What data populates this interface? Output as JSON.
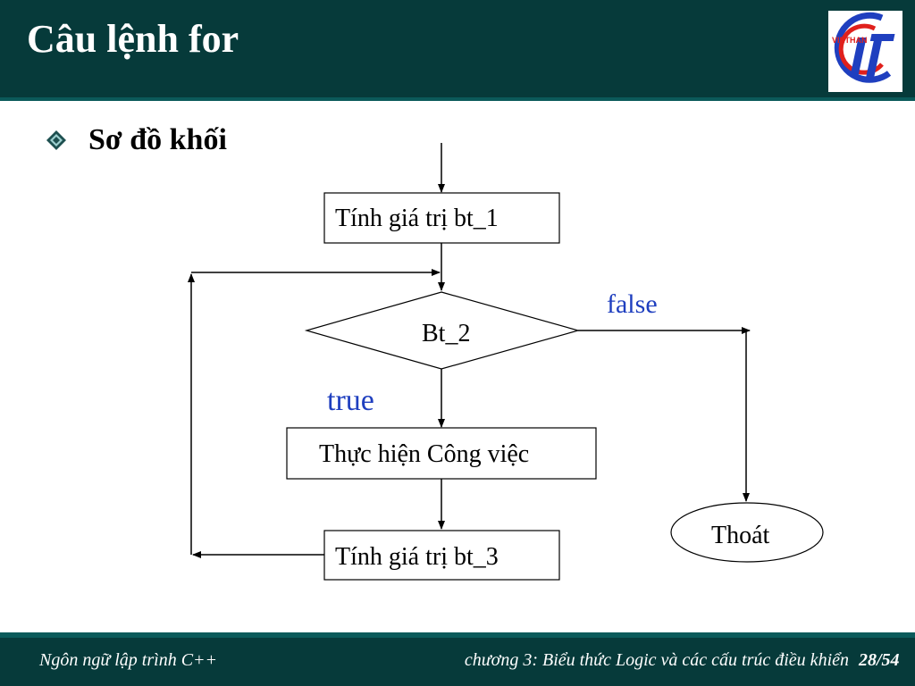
{
  "slide": {
    "title": "Câu lệnh for",
    "subtitle": "Sơ đồ khối",
    "logo_text": "VIETHAN",
    "logo_icon": "it-logo-icon"
  },
  "flowchart": {
    "box_calc_bt1": "Tính giá trị bt_1",
    "decision_bt2": "Bt_2",
    "label_false": "false",
    "label_true": "true",
    "box_do_work": "Thực hiện Công việc",
    "box_calc_bt3": "Tính giá trị bt_3",
    "terminal_exit": "Thoát"
  },
  "footer": {
    "course": "Ngôn ngữ lập trình C++",
    "chapter": "chương 3: Biểu thức Logic và các cấu trúc điều khiển",
    "page": "28/54"
  },
  "colors": {
    "header_bg": "#063a3a",
    "label_blue": "#1f3fbf",
    "logo_red": "#e0201c",
    "logo_blue": "#1f3fbf"
  }
}
